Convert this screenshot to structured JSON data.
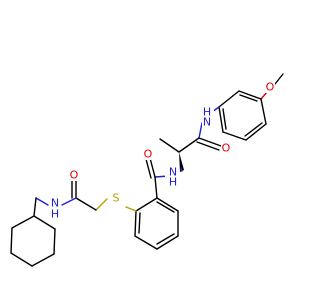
{
  "molecule": {
    "atoms": [
      {
        "id": "o_methoxy",
        "element": "O",
        "label": "O"
      },
      {
        "id": "n_anilide",
        "element": "N",
        "label": "H\nN"
      },
      {
        "id": "o_ala",
        "element": "O",
        "label": "O"
      },
      {
        "id": "n_benzamide",
        "element": "N",
        "label": "N\nH"
      },
      {
        "id": "o_benzamide",
        "element": "O",
        "label": "O"
      },
      {
        "id": "o_acetamide",
        "element": "O",
        "label": "O"
      },
      {
        "id": "s_thioether",
        "element": "S",
        "label": "S"
      },
      {
        "id": "n_cyhex",
        "element": "N",
        "label": "N\nH"
      }
    ],
    "colors": {
      "carbon": "#000000",
      "nitrogen": "#1f1fd6",
      "oxygen": "#e00000",
      "sulfur": "#b8a000"
    }
  }
}
